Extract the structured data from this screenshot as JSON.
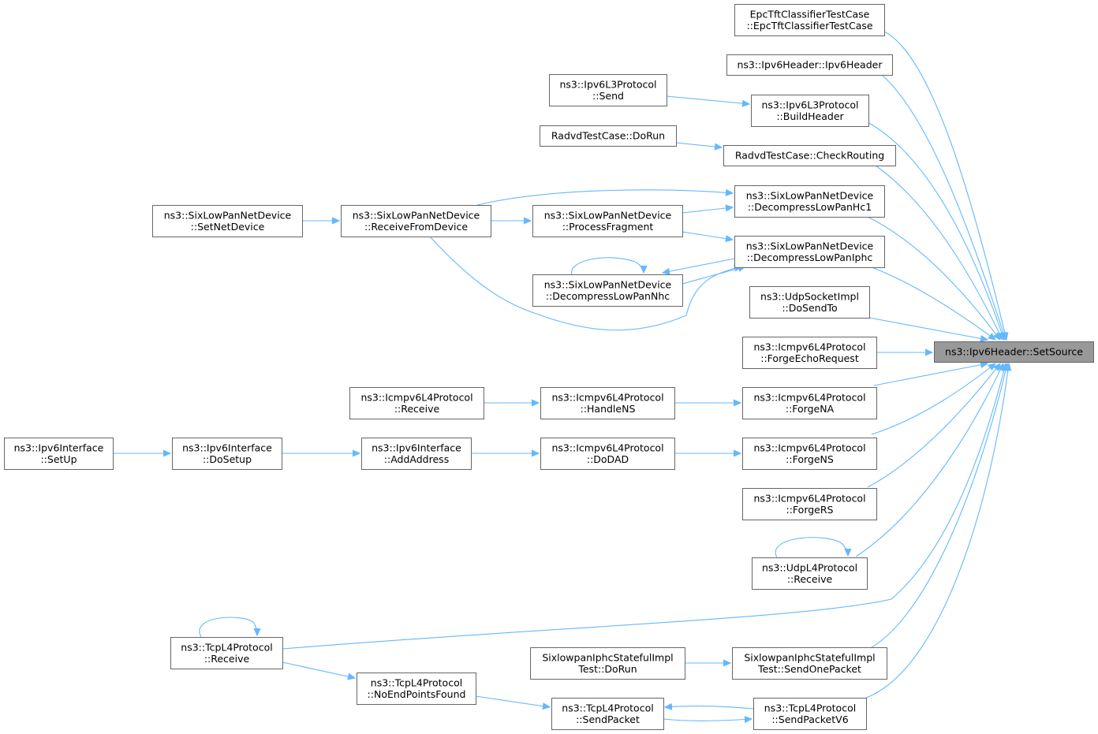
{
  "target": {
    "lines": [
      "ns3::Ipv6Header::SetSource"
    ]
  },
  "nodes": {
    "epc": {
      "lines": [
        "EpcTftClassifierTestCase",
        "::EpcTftClassifierTestCase"
      ]
    },
    "ipv6hdr": {
      "lines": [
        "ns3::Ipv6Header::Ipv6Header"
      ]
    },
    "l3send": {
      "lines": [
        "ns3::Ipv6L3Protocol",
        "::Send"
      ]
    },
    "buildheader": {
      "lines": [
        "ns3::Ipv6L3Protocol",
        "::BuildHeader"
      ]
    },
    "radvd_dorun": {
      "lines": [
        "RadvdTestCase::DoRun"
      ]
    },
    "radvd_check": {
      "lines": [
        "RadvdTestCase::CheckRouting"
      ]
    },
    "sixlp_setnet": {
      "lines": [
        "ns3::SixLowPanNetDevice",
        "::SetNetDevice"
      ]
    },
    "sixlp_recv": {
      "lines": [
        "ns3::SixLowPanNetDevice",
        "::ReceiveFromDevice"
      ]
    },
    "sixlp_procfrag": {
      "lines": [
        "ns3::SixLowPanNetDevice",
        "::ProcessFragment"
      ]
    },
    "sixlp_nhc": {
      "lines": [
        "ns3::SixLowPanNetDevice",
        "::DecompressLowPanNhc"
      ]
    },
    "sixlp_hc1": {
      "lines": [
        "ns3::SixLowPanNetDevice",
        "::DecompressLowPanHc1"
      ]
    },
    "sixlp_iphc": {
      "lines": [
        "ns3::SixLowPanNetDevice",
        "::DecompressLowPanIphc"
      ]
    },
    "udpsock": {
      "lines": [
        "ns3::UdpSocketImpl",
        "::DoSendTo"
      ]
    },
    "forgeecho": {
      "lines": [
        "ns3::Icmpv6L4Protocol",
        "::ForgeEchoRequest"
      ]
    },
    "icmp_recv": {
      "lines": [
        "ns3::Icmpv6L4Protocol",
        "::Receive"
      ]
    },
    "handlens": {
      "lines": [
        "ns3::Icmpv6L4Protocol",
        "::HandleNS"
      ]
    },
    "forgena": {
      "lines": [
        "ns3::Icmpv6L4Protocol",
        "::ForgeNA"
      ]
    },
    "if_setup": {
      "lines": [
        "ns3::Ipv6Interface",
        "::SetUp"
      ]
    },
    "if_dosetup": {
      "lines": [
        "ns3::Ipv6Interface",
        "::DoSetup"
      ]
    },
    "if_addaddr": {
      "lines": [
        "ns3::Ipv6Interface",
        "::AddAddress"
      ]
    },
    "dodad": {
      "lines": [
        "ns3::Icmpv6L4Protocol",
        "::DoDAD"
      ]
    },
    "forgens": {
      "lines": [
        "ns3::Icmpv6L4Protocol",
        "::ForgeNS"
      ]
    },
    "forgers": {
      "lines": [
        "ns3::Icmpv6L4Protocol",
        "::ForgeRS"
      ]
    },
    "udp_recv": {
      "lines": [
        "ns3::UdpL4Protocol",
        "::Receive"
      ]
    },
    "tcp_recv": {
      "lines": [
        "ns3::TcpL4Protocol",
        "::Receive"
      ]
    },
    "sixiphc_dorun": {
      "lines": [
        "SixlowpanIphcStatefulImpl",
        "Test::DoRun"
      ]
    },
    "sixiphc_send": {
      "lines": [
        "SixlowpanIphcStatefulImpl",
        "Test::SendOnePacket"
      ]
    },
    "tcp_noend": {
      "lines": [
        "ns3::TcpL4Protocol",
        "::NoEndPointsFound"
      ]
    },
    "tcp_sendpkt": {
      "lines": [
        "ns3::TcpL4Protocol",
        "::SendPacket"
      ]
    },
    "tcp_sendv6": {
      "lines": [
        "ns3::TcpL4Protocol",
        "::SendPacketV6"
      ]
    }
  },
  "colors": {
    "edge": "#63b8ff",
    "node_border": "#666666",
    "target_fill": "#999999"
  }
}
